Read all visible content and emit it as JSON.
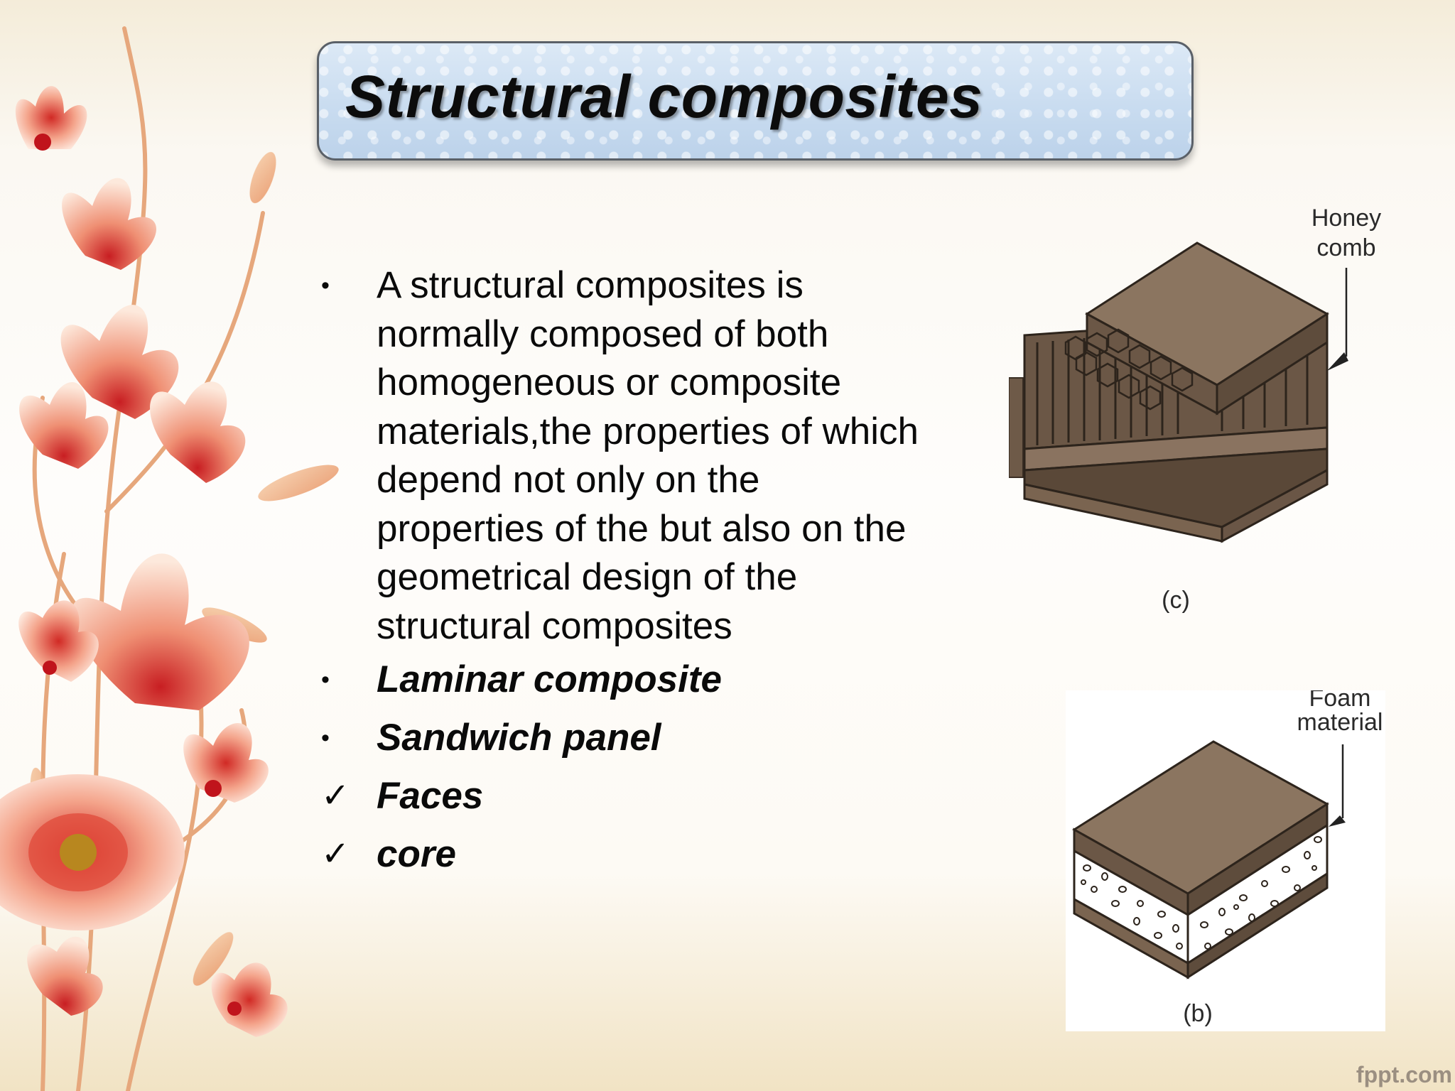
{
  "slide": {
    "title": "Structural composites",
    "paragraph": "A structural composites is normally composed of both homogeneous or composite materials,the properties of which depend not only on the properties of the but also on the geometrical design of the structural composites",
    "items": [
      {
        "marker": "•",
        "text": "Laminar composite"
      },
      {
        "marker": "•",
        "text": "Sandwich panel"
      },
      {
        "marker": "✓",
        "text": "Faces"
      },
      {
        "marker": "✓",
        "text": "core"
      }
    ],
    "paragraph_marker": "•"
  },
  "figures": {
    "honeycomb": {
      "label": "(c)",
      "callout_line1": "Honey",
      "callout_line2": "comb"
    },
    "foam": {
      "label": "(b)",
      "callout_line1": "Foam",
      "callout_line2": "material"
    }
  },
  "footer": {
    "brand": "fppt.com"
  },
  "colors": {
    "panel_face": "#8b7560",
    "panel_side": "#5e4c3c",
    "title_box": "#c9dcf0",
    "flower_red": "#c0141c"
  }
}
